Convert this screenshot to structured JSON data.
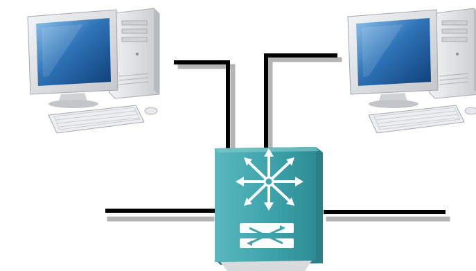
{
  "diagram": {
    "nodes": [
      {
        "id": "pc-left",
        "type": "desktop-computer"
      },
      {
        "id": "pc-right",
        "type": "desktop-computer"
      },
      {
        "id": "switch",
        "type": "multilayer-switch"
      }
    ],
    "links": [
      {
        "from": "pc-left",
        "to": "switch"
      },
      {
        "from": "pc-right",
        "to": "switch"
      },
      {
        "from": "switch",
        "to": "left-offscreen"
      },
      {
        "from": "switch",
        "to": "right-offscreen"
      }
    ],
    "colors": {
      "switch_face": "#3fa5ad",
      "switch_side": "#2b7f86",
      "switch_top": "#7cc8cc",
      "cable": "#000000",
      "cable_shadow": "#b4b4b4",
      "monitor_body": "#e4e6e8",
      "screen": "#2f74b8"
    }
  }
}
